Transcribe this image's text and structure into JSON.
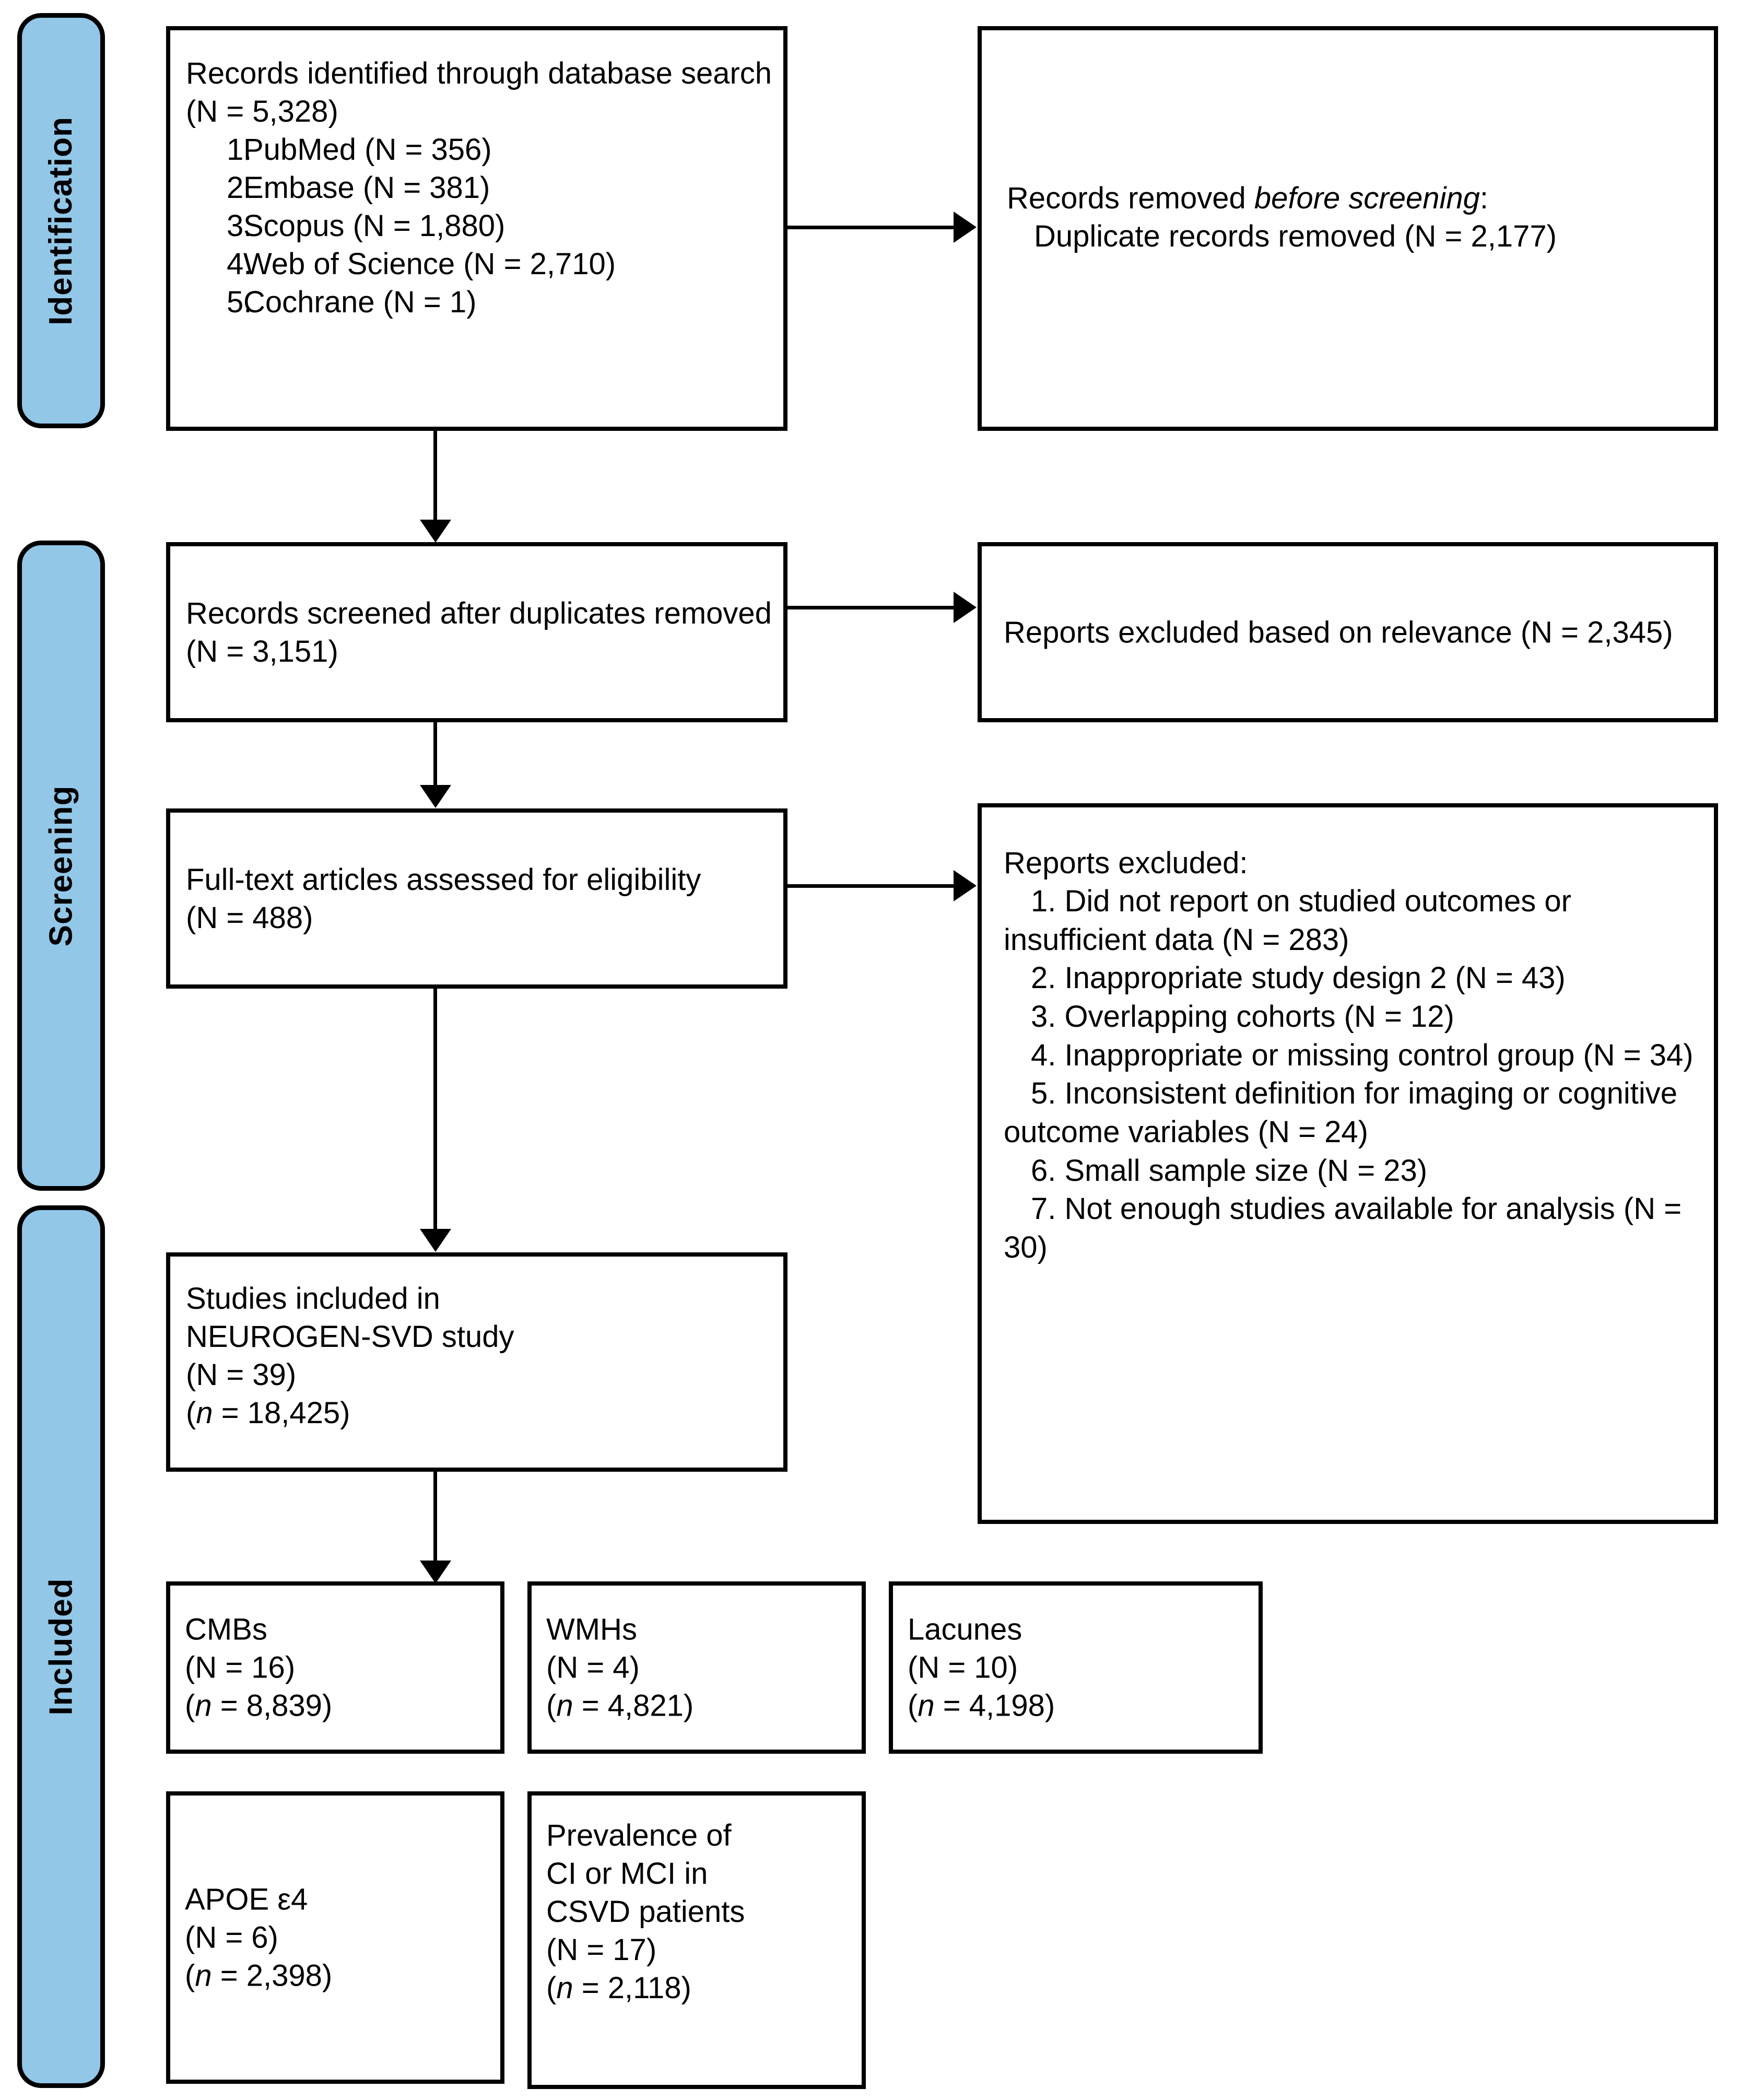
{
  "stages": [
    {
      "key": "identification",
      "label": "Identification"
    },
    {
      "key": "screening",
      "label": "Screening"
    },
    {
      "key": "included",
      "label": "Included"
    }
  ],
  "identification": {
    "records_identified": {
      "lead": "Records identified through database search (N = 5,328)",
      "sources": [
        {
          "num": "1.",
          "text": "PubMed (N = 356)"
        },
        {
          "num": "2.",
          "text": "Embase (N = 381)"
        },
        {
          "num": "3.",
          "text": "Scopus (N = 1,880)"
        },
        {
          "num": "4.",
          "text": "Web of Science (N = 2,710)"
        },
        {
          "num": "5.",
          "text": "Cochrane (N = 1)"
        }
      ]
    },
    "records_removed": {
      "lead_before": "Records removed ",
      "lead_italic": "before screening",
      "lead_after": ":",
      "detail": "Duplicate records removed (N = 2,177)"
    }
  },
  "screening": {
    "records_screened": "Records screened after duplicates removed (N = 3,151)",
    "reports_excluded_relevance": "Reports excluded based on relevance (N = 2,345)",
    "fulltext_assessed": "Full-text articles assessed for eligibility\n(N = 488)",
    "fulltext_assessed_line1": "Full-text articles assessed for eligibility",
    "fulltext_assessed_line2": "(N = 488)",
    "reports_excluded": {
      "heading": "Reports excluded:",
      "reasons": [
        "1. Did not report on studied outcomes or insufficient data (N = 283)",
        "2. Inappropriate study design 2 (N = 43)",
        "3. Overlapping cohorts (N = 12)",
        "4. Inappropriate or missing control group (N = 34)",
        "5. Inconsistent definition for imaging or cognitive outcome variables (N = 24)",
        "6. Small sample size (N = 23)",
        "7. Not enough studies available for analysis (N = 30)"
      ]
    }
  },
  "included": {
    "studies_included": {
      "line1": "Studies included in",
      "line2": "NEUROGEN-SVD study",
      "line3": "(N = 39)",
      "line4_open": "(",
      "line4_italic": "n",
      "line4_rest": " = 18,425)"
    },
    "outcomes": [
      {
        "title": "CMBs",
        "studies": "(N = 16)",
        "participants_open": "(",
        "participants_italic": "n",
        "participants_rest": " = 8,839)"
      },
      {
        "title": "WMHs",
        "studies": "(N = 4)",
        "participants_open": "(",
        "participants_italic": "n",
        "participants_rest": " = 4,821)"
      },
      {
        "title": "Lacunes",
        "studies": "(N = 10)",
        "participants_open": "(",
        "participants_italic": "n",
        "participants_rest": " = 4,198)"
      },
      {
        "title_plain": "APOE ",
        "title_eps": "ε4",
        "studies": "(N = 6)",
        "participants_open": "(",
        "participants_italic": "n",
        "participants_rest": " = 2,398)"
      },
      {
        "title_l1": "Prevalence of",
        "title_l2": "CI or MCI in",
        "title_l3": "CSVD patients",
        "studies": "(N = 17)",
        "participants_open": "(",
        "participants_italic": "n",
        "participants_rest": " = 2,118)"
      }
    ]
  },
  "colors": {
    "stage_fill": "#92C7E8",
    "stroke": "#000000",
    "box_fill": "#FFFFFF"
  }
}
